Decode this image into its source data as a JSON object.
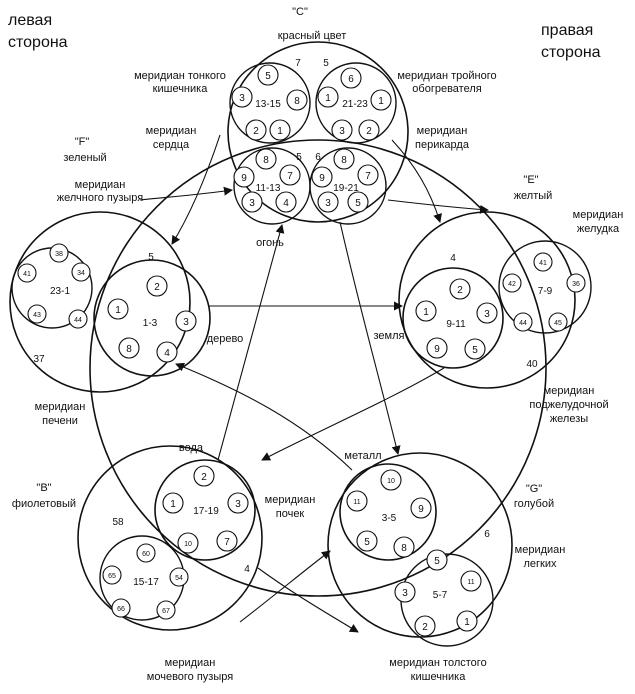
{
  "sides": {
    "left": [
      "левая",
      "сторона"
    ],
    "right": [
      "правая",
      "сторона"
    ]
  },
  "elements": {
    "fire": {
      "letter": "\"C\"",
      "color": "красный цвет",
      "element": "огонь"
    },
    "earth": {
      "letter": "\"E\"",
      "color": "желтый",
      "element": "земля"
    },
    "metal": {
      "letter": "\"G\"",
      "color": "голубой",
      "element": "металл"
    },
    "water": {
      "letter": "\"B\"",
      "color": "фиолетовый",
      "element": "вода"
    },
    "wood": {
      "letter": "\"F\"",
      "color": "зеленый",
      "element": "дерево"
    }
  },
  "meridians": {
    "small_intestine": [
      "меридиан тонкого",
      "кишечника"
    ],
    "triple_heater": [
      "меридиан тройного",
      "обогревателя"
    ],
    "heart": [
      "меридиан",
      "сердца"
    ],
    "pericardium": [
      "меридиан",
      "перикарда"
    ],
    "gallbladder": [
      "меридиан",
      "желчного пузыря"
    ],
    "stomach": [
      "меридиан",
      "желудка"
    ],
    "liver": [
      "меридиан",
      "печени"
    ],
    "pancreas": [
      "меридиан",
      "поджелудочной",
      "железы"
    ],
    "kidney": [
      "меридиан",
      "почек"
    ],
    "lungs": [
      "меридиан",
      "легких"
    ],
    "bladder": [
      "меридиан",
      "мочевого пузыря"
    ],
    "large_intestine": [
      "меридиан толстого",
      "кишечника"
    ]
  },
  "groups": {
    "fire_left_top": {
      "range": "13-15",
      "points": [
        "5",
        "8",
        "1",
        "2",
        "3"
      ]
    },
    "fire_right_top": {
      "range": "21-23",
      "points": [
        "6",
        "1",
        "2",
        "3",
        "1"
      ]
    },
    "fire_left_bottom": {
      "range": "11-13",
      "points": [
        "8",
        "7",
        "4",
        "3",
        "9"
      ]
    },
    "fire_right_bottom": {
      "range": "19-21",
      "points": [
        "8",
        "7",
        "5",
        "3",
        "9"
      ]
    },
    "wood_inner": {
      "range": "1-3",
      "points": [
        "2",
        "3",
        "4",
        "8",
        "1"
      ]
    },
    "wood_outer": {
      "range": "23-1",
      "points": [
        "38",
        "34",
        "44",
        "43",
        "41"
      ]
    },
    "earth_inner": {
      "range": "9-11",
      "points": [
        "2",
        "3",
        "5",
        "9",
        "1"
      ]
    },
    "earth_outer": {
      "range": "7-9",
      "points": [
        "41",
        "36",
        "45",
        "44",
        "42"
      ]
    },
    "water_inner": {
      "range": "17-19",
      "points": [
        "2",
        "3",
        "7",
        "10",
        "1"
      ]
    },
    "water_outer": {
      "range": "15-17",
      "points": [
        "60",
        "54",
        "67",
        "66",
        "65"
      ]
    },
    "metal_inner": {
      "range": "3-5",
      "points": [
        "10",
        "9",
        "8",
        "5",
        "11"
      ]
    },
    "metal_outer": {
      "range": "5-7",
      "points": [
        "5",
        "11",
        "1",
        "2",
        "3"
      ]
    }
  },
  "extra_numbers": {
    "fire_a": "7",
    "fire_b": "5",
    "fire_c": "5",
    "fire_d": "6",
    "wood_a": "5",
    "wood_b": "37",
    "earth_a": "4",
    "earth_b": "40",
    "water_a": "58",
    "water_b": "4",
    "metal_a": "6"
  }
}
